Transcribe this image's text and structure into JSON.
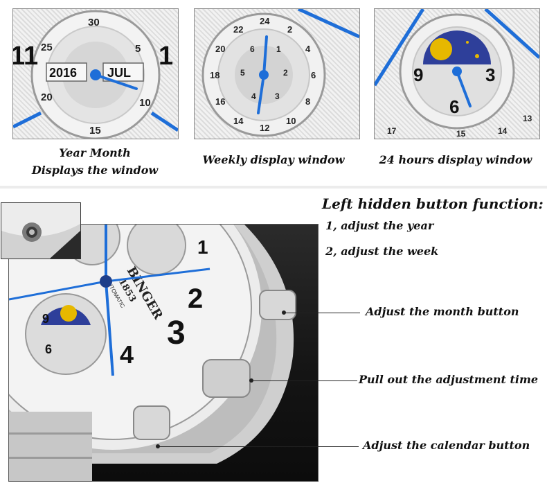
{
  "panels": [
    {
      "caption_lines": [
        "Year Month",
        "Displays the window"
      ],
      "dial": {
        "year": "2016",
        "month": "JUL",
        "ring_numbers": [
          "30",
          "5",
          "10",
          "15",
          "20",
          "25"
        ],
        "side_numbers": [
          "11",
          "1"
        ]
      }
    },
    {
      "caption_lines": [
        "Weekly display window"
      ],
      "dial": {
        "ring_numbers": [
          "24",
          "2",
          "4",
          "6",
          "8",
          "10",
          "12",
          "14",
          "16",
          "18",
          "20",
          "22"
        ],
        "inner_numbers": [
          "1",
          "2",
          "3",
          "4",
          "5",
          "6"
        ]
      }
    },
    {
      "caption_lines": [
        "24 hours display window"
      ],
      "dial": {
        "numbers": [
          "9",
          "3",
          "6"
        ],
        "bottom_numbers": [
          "17",
          "15",
          "14",
          "13"
        ]
      }
    }
  ],
  "section": {
    "heading": "Left hidden button function:",
    "notes": [
      "1, adjust the year",
      "2, adjust the week"
    ]
  },
  "callouts": {
    "month_button": "Adjust the month button",
    "crown": "Pull out the adjustment time",
    "calendar_button": "Adjust the calendar button"
  },
  "watch": {
    "brand": "BINGER",
    "year": "1853",
    "movement": "AUTOMATIC",
    "dial_numbers": [
      "1",
      "2",
      "3",
      "4"
    ],
    "subdial_numbers": [
      "9",
      "6"
    ],
    "hand_color": "#1e6ed8",
    "accent_color": "#e0a800"
  },
  "colors": {
    "hand_blue": "#1e6ed8",
    "moon_gold": "#e6b800",
    "moon_blue": "#2e3f9a"
  }
}
